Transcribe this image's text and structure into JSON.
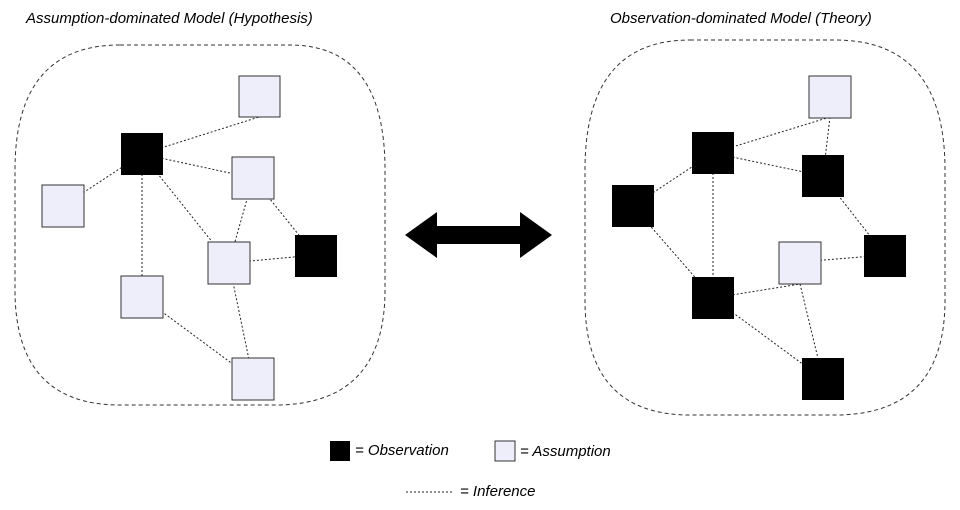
{
  "titles": {
    "left": "Assumption-dominated Model (Hypothesis)",
    "right": "Observation-dominated Model (Theory)"
  },
  "legend": {
    "observation": "= Observation",
    "assumption": "= Assumption",
    "inference": "= Inference"
  },
  "colors": {
    "observation": "#000000",
    "assumption": "#eeeefa",
    "outline": "#333333",
    "line": "#222222"
  }
}
